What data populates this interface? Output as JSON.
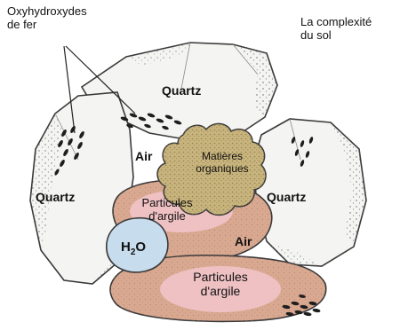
{
  "diagram": {
    "title_lines": [
      "La complexité",
      "du sol"
    ],
    "iron_label_lines": [
      "Oxyhydroxydes",
      "de fer"
    ],
    "labels": {
      "quartz_top": "Quartz",
      "quartz_left": "Quartz",
      "quartz_right": "Quartz",
      "air_left": "Air",
      "air_right": "Air",
      "organic_lines": [
        "Matières",
        "organiques"
      ],
      "clay_upper_lines": [
        "Particules",
        "d'argile"
      ],
      "clay_lower_lines": [
        "Particules",
        "d'argile"
      ],
      "water_main": "H",
      "water_sub": "2",
      "water_tail": "O"
    },
    "colors": {
      "quartz_fill": "#f4f4f2",
      "outline": "#3a3a3a",
      "clay_fill": "#d9a890",
      "clay_highlight": "#f2c6cc",
      "organic_fill": "#c8b47e",
      "water_fill": "#c7dcec",
      "iron_fill": "#1e1e1e"
    }
  }
}
